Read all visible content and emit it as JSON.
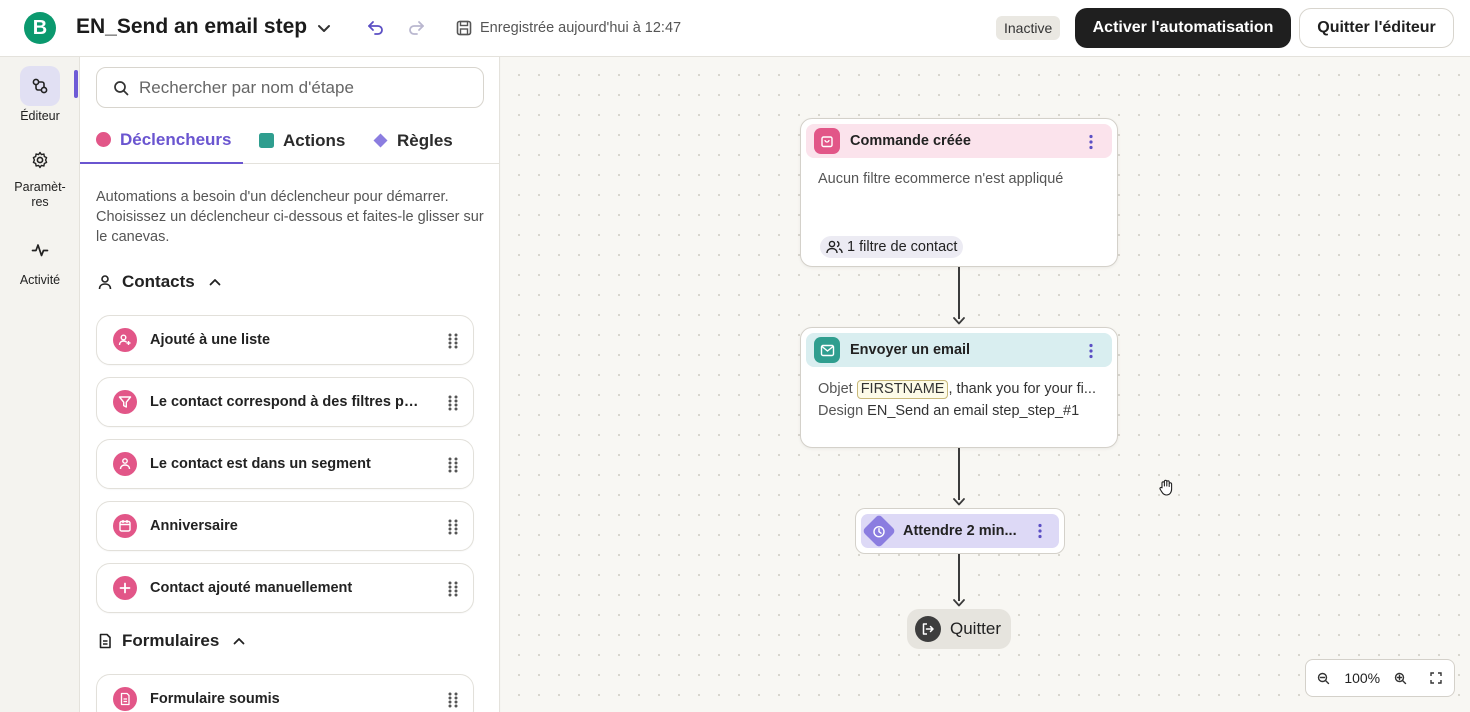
{
  "header": {
    "logo_letter": "B",
    "title": "EN_Send an email step",
    "saved_text": "Enregistrée aujourd'hui à 12:47",
    "status": "Inactive",
    "activate_label": "Activer l'automatisation",
    "quit_label": "Quitter l'éditeur"
  },
  "rail": {
    "items": [
      {
        "label": "Éditeur",
        "icon": "editor-icon",
        "active": true
      },
      {
        "label": "Paramèt-\nres",
        "icon": "gear-icon"
      },
      {
        "label": "Activité",
        "icon": "activity-icon"
      }
    ]
  },
  "panel": {
    "search_placeholder": "Rechercher par nom d'étape",
    "tabs": [
      {
        "label": "Déclencheurs",
        "color": "#e25688"
      },
      {
        "label": "Actions",
        "color": "#2f9e8f"
      },
      {
        "label": "Règles",
        "color": "#8b7de0"
      }
    ],
    "intro": "Automations a besoin d'un déclencheur pour démarrer. Choisissez un déclencheur ci-dessous et faites-le glisser sur le canevas.",
    "contacts_title": "Contacts",
    "contacts_items": [
      {
        "label": "Ajouté à une liste",
        "icon": "user-plus-icon"
      },
      {
        "label": "Le contact correspond à des filtres personnalisés",
        "icon": "filter-icon"
      },
      {
        "label": "Le contact est dans un segment",
        "icon": "users-icon"
      },
      {
        "label": "Anniversaire",
        "icon": "calendar-icon"
      },
      {
        "label": "Contact ajouté manuellement",
        "icon": "plus-icon"
      }
    ],
    "forms_title": "Formulaires",
    "forms_items": [
      {
        "label": "Formulaire soumis",
        "icon": "form-icon"
      }
    ]
  },
  "canvas": {
    "trigger_node": {
      "title": "Commande créée",
      "body": "Aucun filtre ecommerce n'est appliqué",
      "filter_pill": "1 filtre de contact",
      "color": "#fbe3ec",
      "icon_color": "#e25688"
    },
    "email_node": {
      "title": "Envoyer un email",
      "subject_label": "Objet",
      "subject_chip": "FIRSTNAME",
      "subject_rest": ", thank you for your fi...",
      "design_label": "Design",
      "design_value": "EN_Send an email step_step_#1",
      "color": "#d9eef0",
      "icon_color": "#2f9e8f"
    },
    "wait_node": {
      "title": "Attendre 2 min...",
      "color": "#ddd9f6"
    },
    "exit_node": {
      "label": "Quitter"
    },
    "zoom": "100%"
  }
}
